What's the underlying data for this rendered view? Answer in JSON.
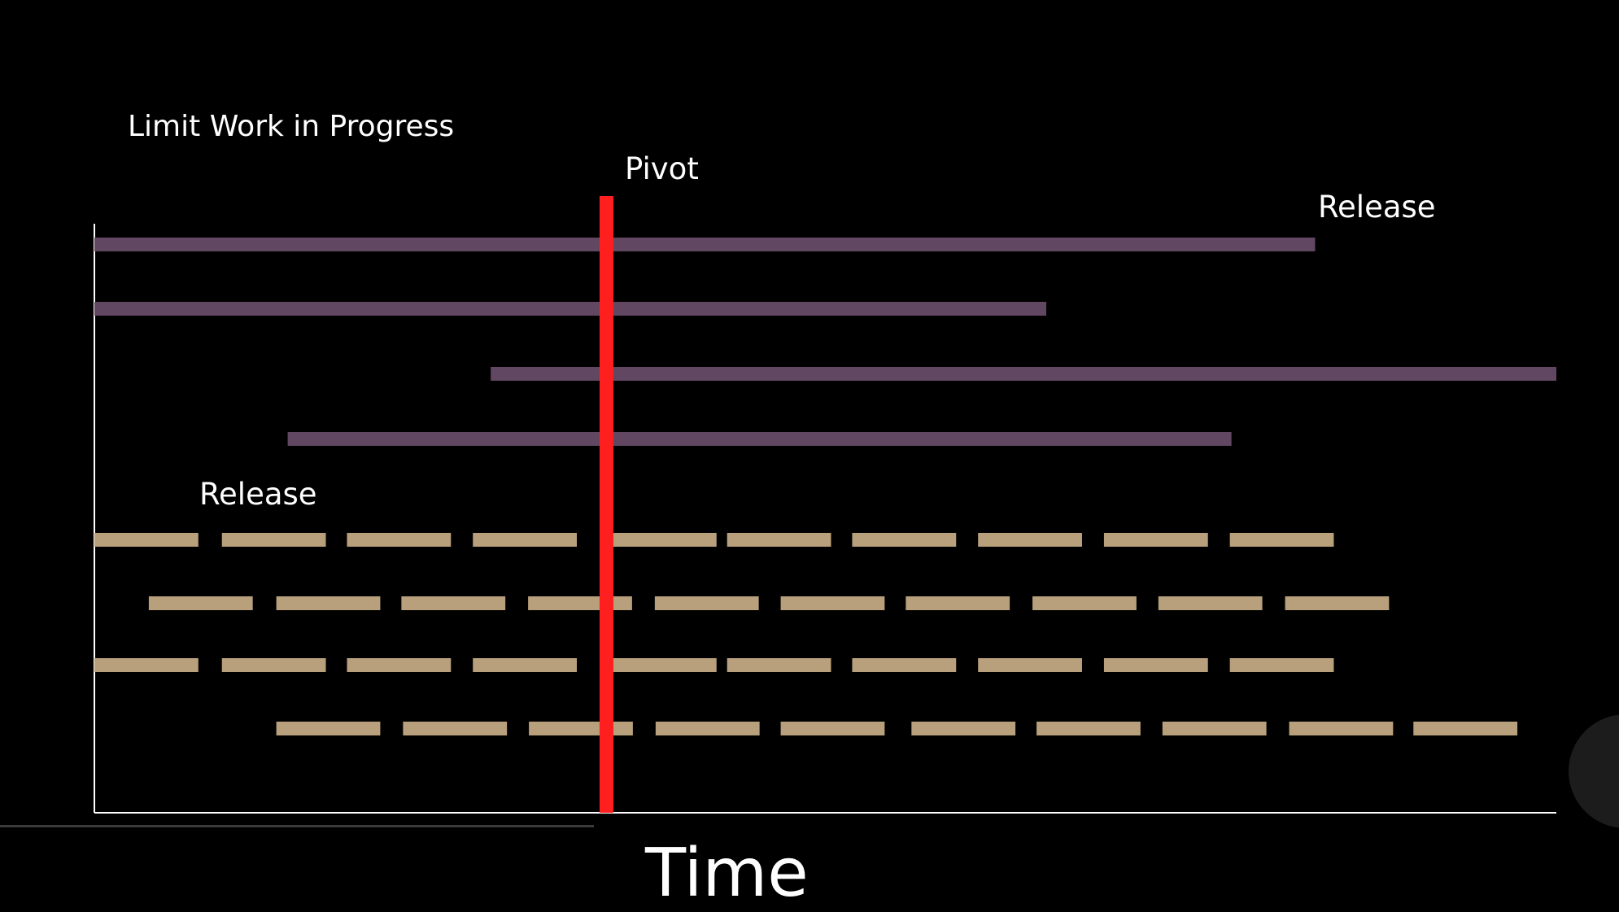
{
  "slide": {
    "title": "Limit Work in Progress"
  },
  "chart_data": {
    "type": "gantt",
    "title": "Limit Work in Progress",
    "xlabel": "Time",
    "ylabel": "",
    "xlim": [
      0,
      1800
    ],
    "colors": {
      "long_bar": "#624762",
      "short_bar": "#b8a07c",
      "pivot": "#ff1f1f",
      "axis": "#ffffff"
    },
    "pivot": {
      "label": "Pivot",
      "x": 630
    },
    "annotations": [
      {
        "text": "Release",
        "target": "long"
      },
      {
        "text": "Release",
        "target": "short"
      }
    ],
    "long_projects": [
      {
        "start": 0,
        "end": 1503
      },
      {
        "start": 0,
        "end": 1172
      },
      {
        "start": 488,
        "end": 1800
      },
      {
        "start": 238,
        "end": 1400
      }
    ],
    "short_projects": [
      {
        "segments": [
          [
            0,
            128
          ],
          [
            157,
            285
          ],
          [
            311,
            439
          ],
          [
            466,
            594
          ],
          [
            638,
            766
          ],
          [
            779,
            907
          ],
          [
            933,
            1061
          ],
          [
            1088,
            1216
          ],
          [
            1243,
            1371
          ],
          [
            1398,
            1526
          ]
        ]
      },
      {
        "segments": [
          [
            67,
            195
          ],
          [
            224,
            352
          ],
          [
            378,
            506
          ],
          [
            534,
            662
          ],
          [
            690,
            818
          ],
          [
            845,
            973
          ],
          [
            999,
            1127
          ],
          [
            1155,
            1283
          ],
          [
            1310,
            1438
          ],
          [
            1466,
            1594
          ]
        ]
      },
      {
        "segments": [
          [
            0,
            128
          ],
          [
            157,
            285
          ],
          [
            311,
            439
          ],
          [
            466,
            594
          ],
          [
            638,
            766
          ],
          [
            779,
            907
          ],
          [
            933,
            1061
          ],
          [
            1088,
            1216
          ],
          [
            1243,
            1371
          ],
          [
            1398,
            1526
          ]
        ]
      },
      {
        "segments": [
          [
            224,
            352
          ],
          [
            380,
            508
          ],
          [
            535,
            663
          ],
          [
            691,
            819
          ],
          [
            845,
            973
          ],
          [
            1006,
            1134
          ],
          [
            1160,
            1288
          ],
          [
            1315,
            1443
          ],
          [
            1471,
            1599
          ],
          [
            1624,
            1752
          ]
        ]
      }
    ]
  }
}
